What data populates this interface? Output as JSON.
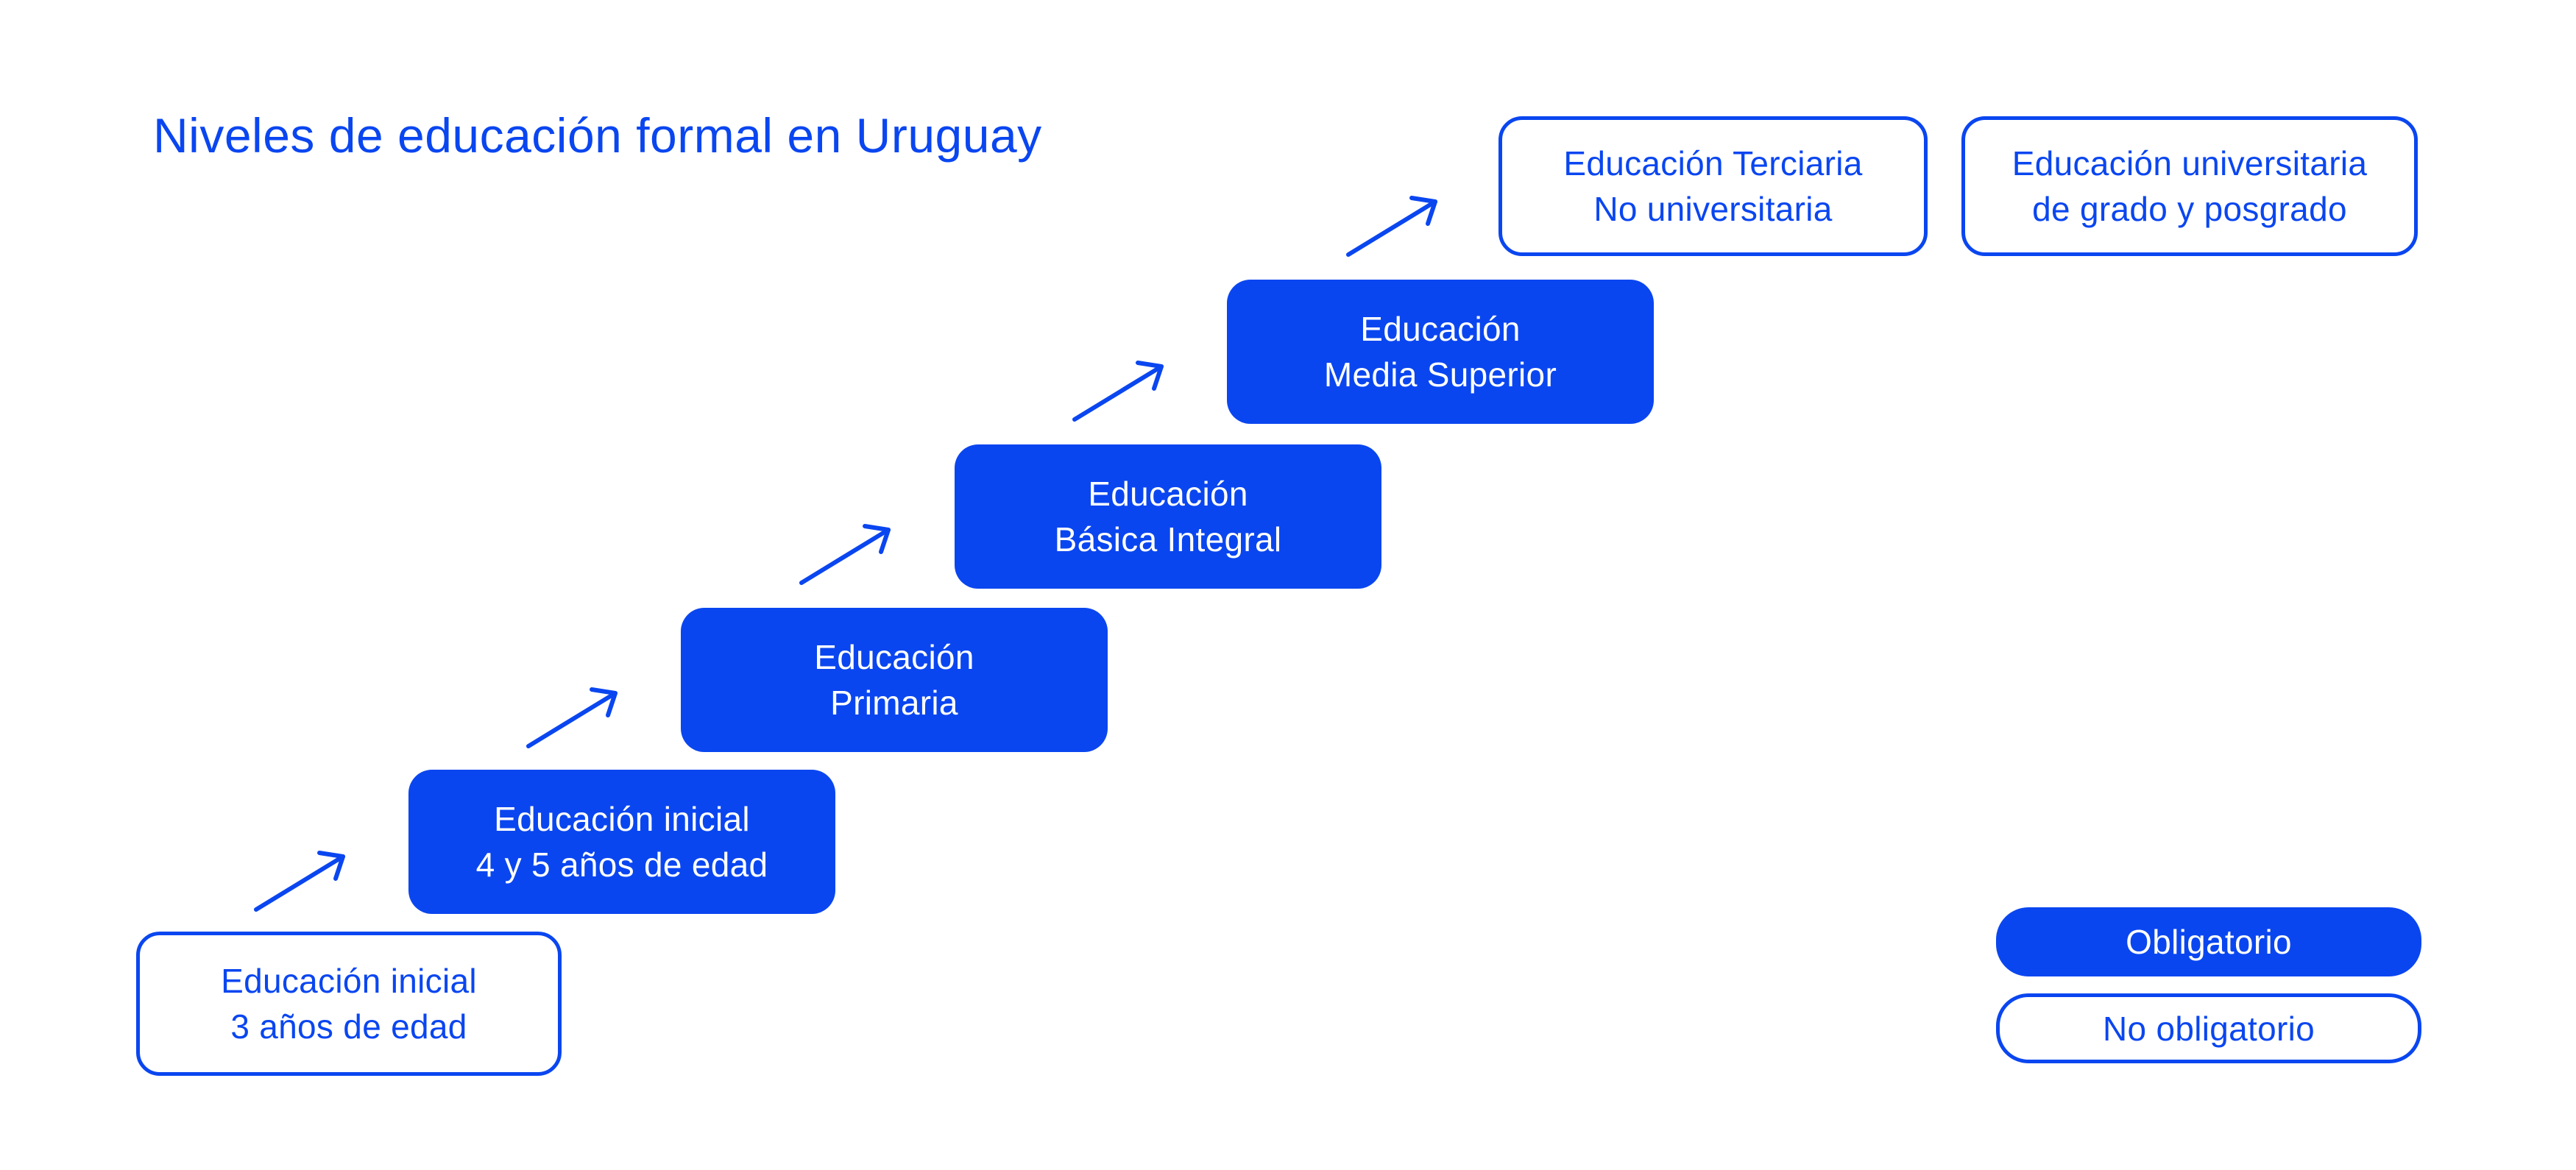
{
  "page": {
    "title": "Niveles de educación formal en Uruguay"
  },
  "colors": {
    "accent": "#0A46F0",
    "on_accent": "#FFFFFF",
    "background": "#FFFFFF"
  },
  "diagram": {
    "levels": [
      {
        "line1": "Educación inicial",
        "line2": "3 años de edad",
        "style": "outlined",
        "mandatory": false
      },
      {
        "line1": "Educación inicial",
        "line2": "4 y 5 años de edad",
        "style": "filled",
        "mandatory": true
      },
      {
        "line1": "Educación",
        "line2": "Primaria",
        "style": "filled",
        "mandatory": true
      },
      {
        "line1": "Educación",
        "line2": "Básica Integral",
        "style": "filled",
        "mandatory": true
      },
      {
        "line1": "Educación",
        "line2": "Media Superior",
        "style": "filled",
        "mandatory": true
      },
      {
        "line1": "Educación Terciaria",
        "line2": "No universitaria",
        "style": "outlined",
        "mandatory": false
      },
      {
        "line1": "Educación universitaria",
        "line2": "de grado y posgrado",
        "style": "outlined",
        "mandatory": false
      }
    ],
    "legend": [
      {
        "label": "Obligatorio",
        "style": "filled"
      },
      {
        "label": "No obligatorio",
        "style": "outlined"
      }
    ]
  }
}
